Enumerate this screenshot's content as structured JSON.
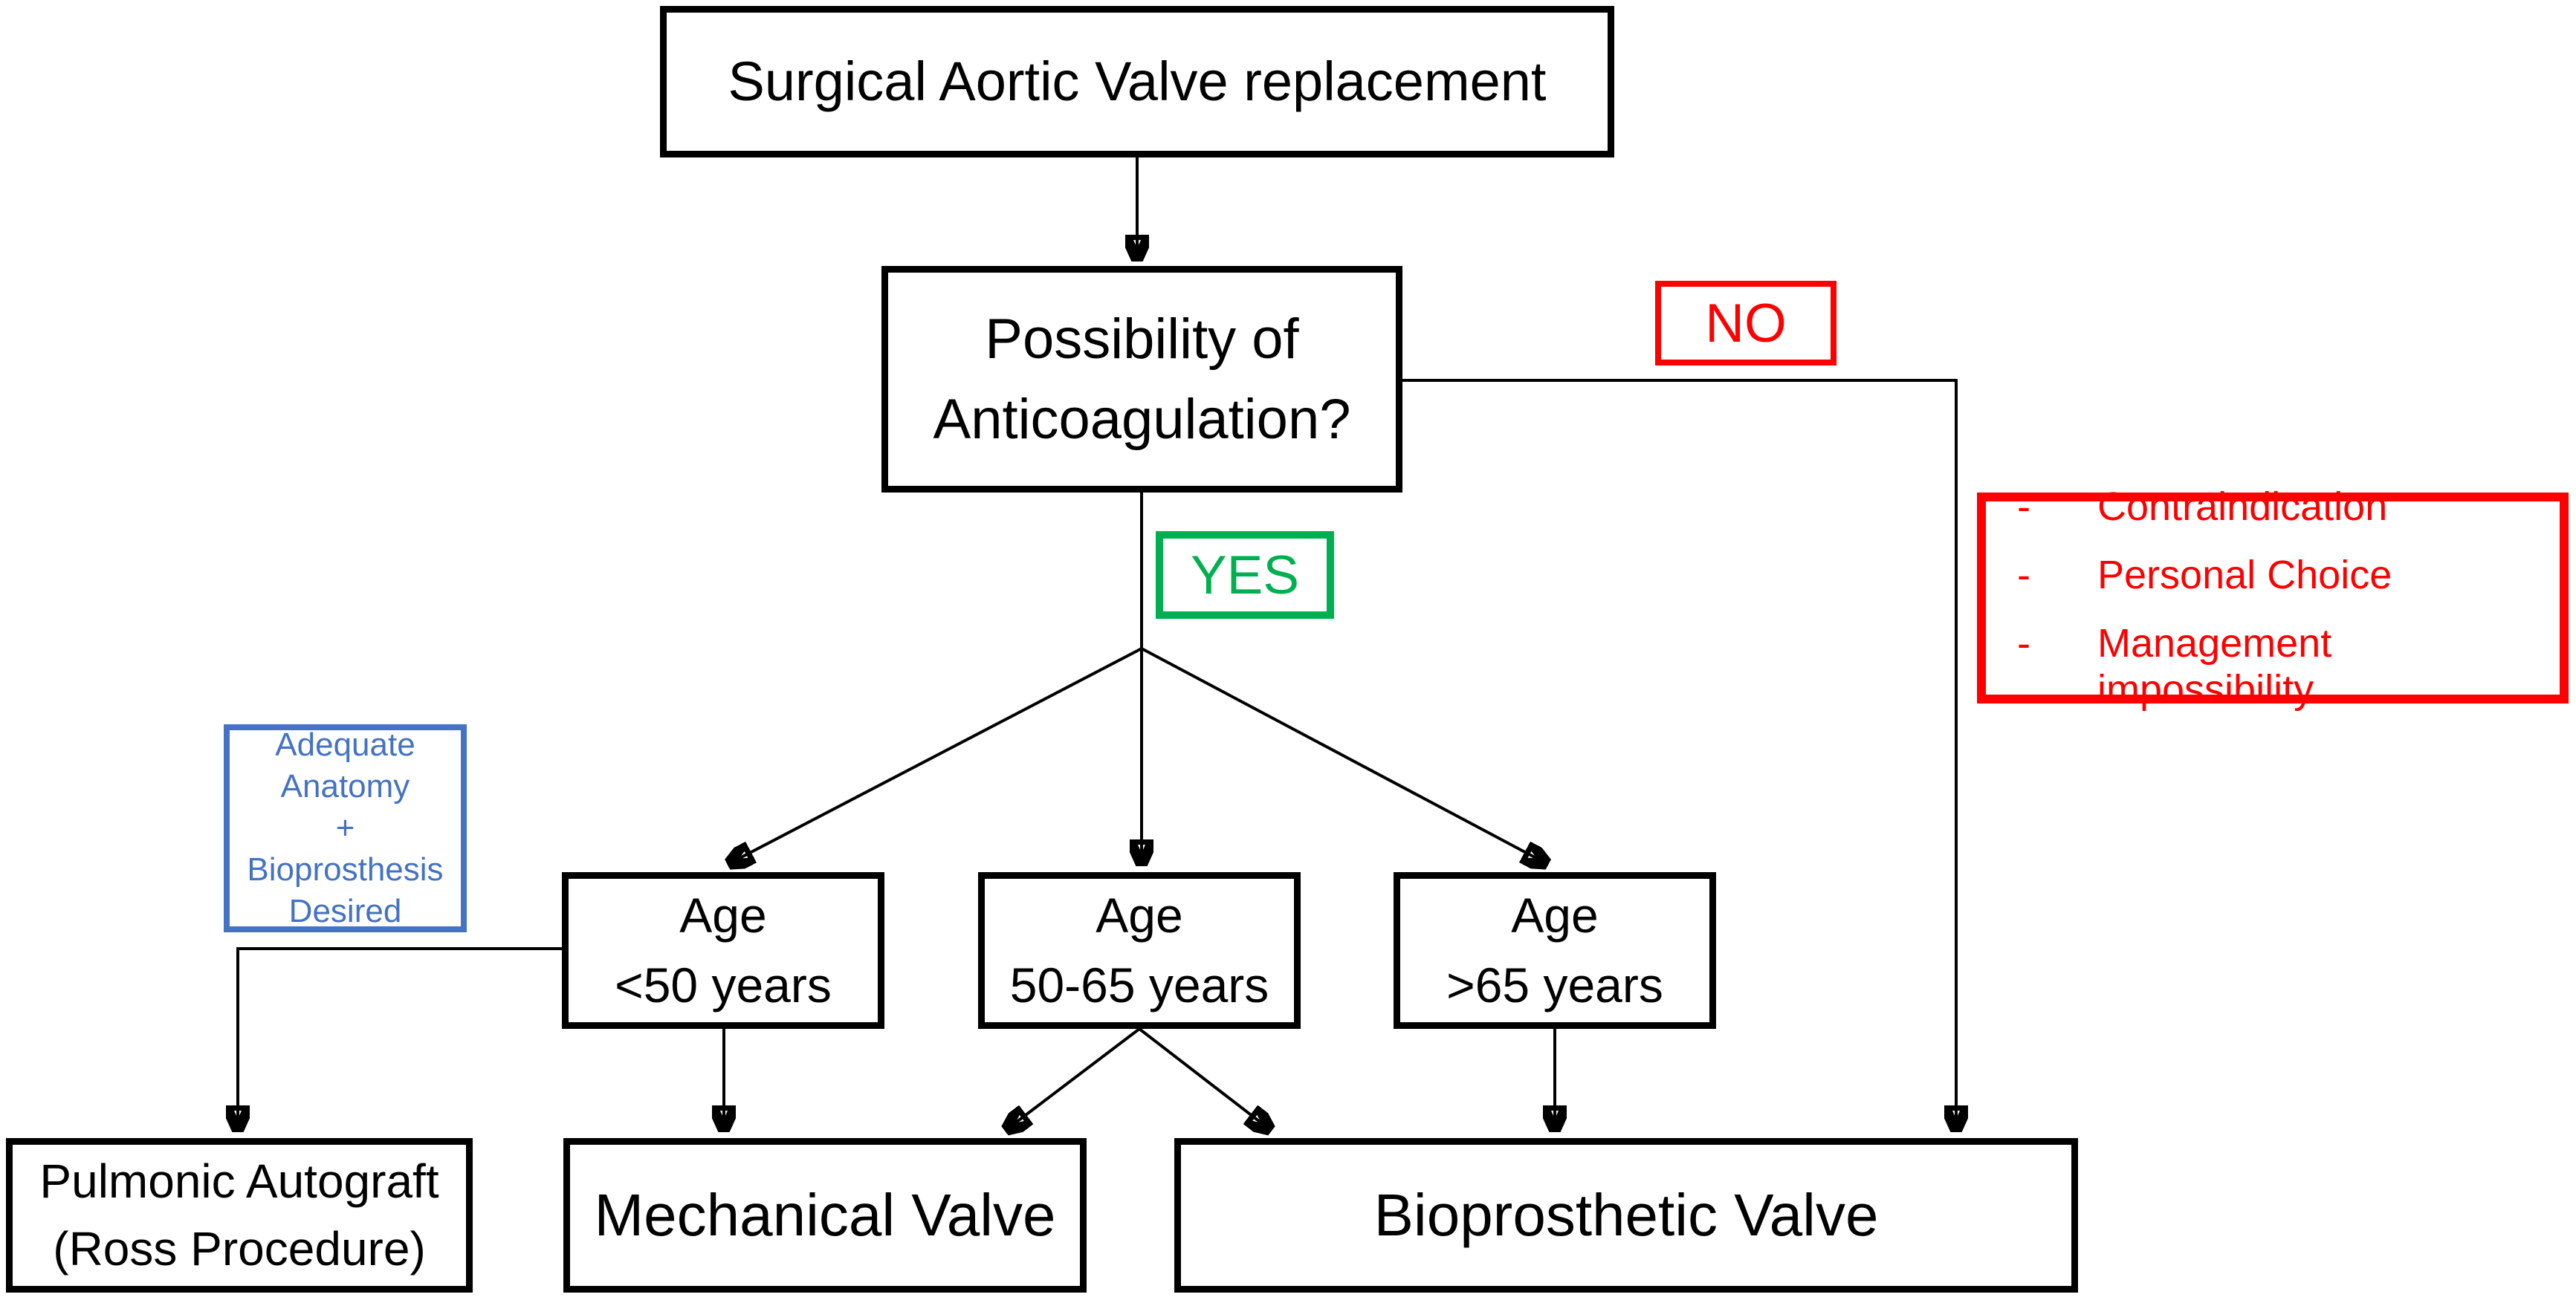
{
  "colors": {
    "line": "#000000",
    "no_accent": "#FF0000",
    "yes_accent": "#00B050",
    "note_accent": "#4472C4",
    "background": "#FFFFFF"
  },
  "nodes": {
    "savr": {
      "label": "Surgical Aortic Valve replacement"
    },
    "anticoagulation": {
      "label": "Possibility of\nAnticoagulation?"
    },
    "age_lt50": {
      "label": "Age\n<50 years"
    },
    "age_50_65": {
      "label": "Age\n50-65 years"
    },
    "age_gt65": {
      "label": "Age\n>65 years"
    },
    "pulmonic_autograft": {
      "label": "Pulmonic Autograft\n(Ross Procedure)"
    },
    "mechanical_valve": {
      "label": "Mechanical Valve"
    },
    "bioprosthetic_valve": {
      "label": "Bioprosthetic Valve"
    }
  },
  "labels": {
    "no": "NO",
    "yes": "YES"
  },
  "no_reasons": {
    "items": [
      {
        "bullet": "-",
        "text": "Contraindication"
      },
      {
        "bullet": "-",
        "text": "Personal Choice"
      },
      {
        "bullet": "-",
        "text": "Management impossibility"
      }
    ]
  },
  "annotation": {
    "ross_criteria": "Adequate\nAnatomy\n+\nBioprosthesis\nDesired"
  }
}
